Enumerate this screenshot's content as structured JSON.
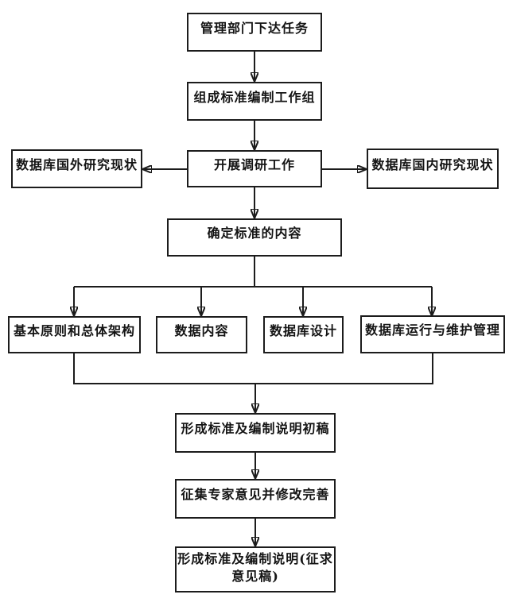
{
  "diagram": {
    "type": "flowchart",
    "background_color": "#ffffff",
    "line_color": "#1c1c1c",
    "text_color": "#141414",
    "nodes": {
      "assign_task": {
        "label": "管理部门下达任务"
      },
      "form_group": {
        "label": "组成标准编制工作组"
      },
      "foreign_status": {
        "label": "数据库国外研究现状"
      },
      "research_work": {
        "label": "开展调研工作"
      },
      "domestic_status": {
        "label": "数据库国内研究现状"
      },
      "determine_content": {
        "label": "确定标准的内容"
      },
      "principles": {
        "label": "基本原则和总体架构"
      },
      "data_content": {
        "label": "数据内容"
      },
      "db_design": {
        "label": "数据库设计"
      },
      "db_operation": {
        "label": "数据库运行与维护管理"
      },
      "draft": {
        "label": "形成标准及编制说明初稿"
      },
      "expert_review": {
        "label": "征集专家意见并修改完善"
      },
      "final_draft": {
        "label_line1": "形成标准及编制说明(征求",
        "label_line2": "意见稿)"
      }
    },
    "edges": [
      {
        "from": "assign_task",
        "to": "form_group",
        "arrow": true
      },
      {
        "from": "form_group",
        "to": "research_work",
        "arrow": true
      },
      {
        "from": "research_work",
        "to": "foreign_status",
        "arrow": true
      },
      {
        "from": "research_work",
        "to": "domestic_status",
        "arrow": true
      },
      {
        "from": "research_work",
        "to": "determine_content",
        "arrow": true
      },
      {
        "from": "determine_content",
        "to": "principles",
        "arrow": true
      },
      {
        "from": "determine_content",
        "to": "data_content",
        "arrow": true
      },
      {
        "from": "determine_content",
        "to": "db_design",
        "arrow": true
      },
      {
        "from": "determine_content",
        "to": "db_operation",
        "arrow": true
      },
      {
        "from": "principles",
        "to": "draft",
        "arrow": true
      },
      {
        "from": "db_operation",
        "to": "draft",
        "arrow": true
      },
      {
        "from": "draft",
        "to": "expert_review",
        "arrow": true
      },
      {
        "from": "expert_review",
        "to": "final_draft",
        "arrow": true
      }
    ]
  }
}
